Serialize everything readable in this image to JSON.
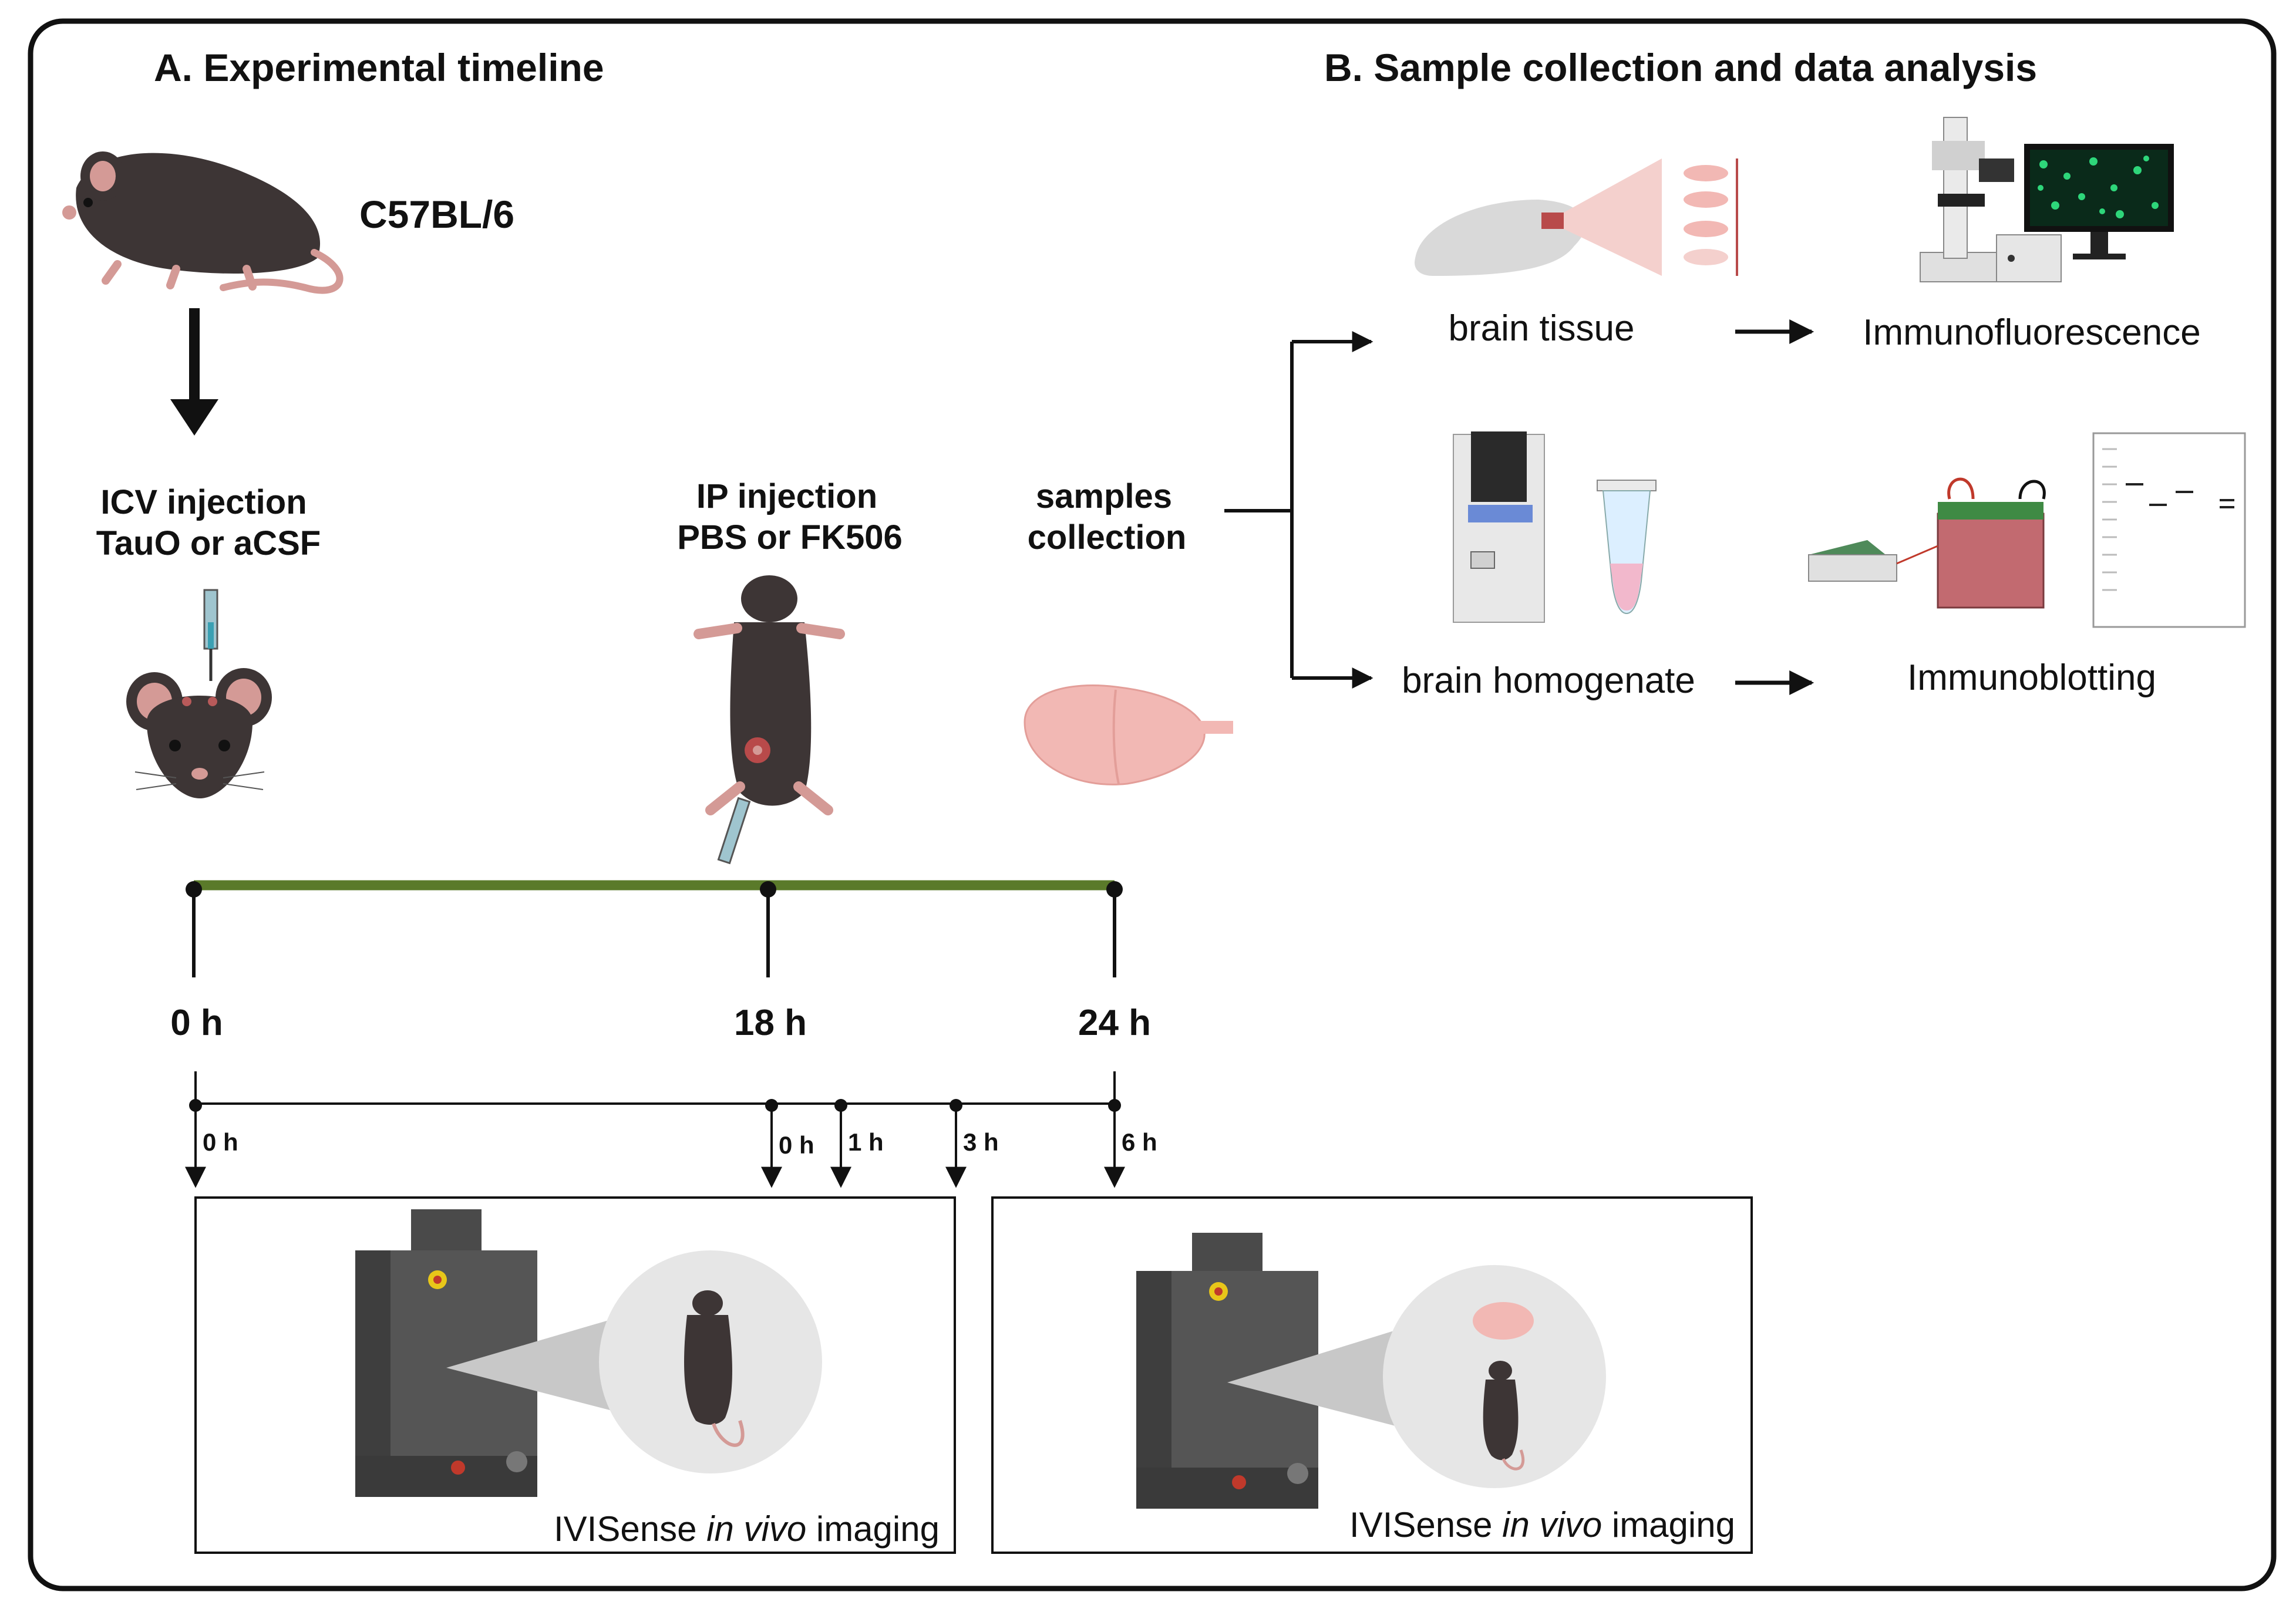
{
  "panel_a": {
    "title": "A. Experimental timeline",
    "strain": "C57BL/6",
    "icv_line1": "ICV injection",
    "icv_line2": "TauO or aCSF",
    "ip_line1": "IP injection",
    "ip_line2": "PBS or FK506",
    "samples_line1": "samples",
    "samples_line2": "collection",
    "timepoints": [
      "0 h",
      "18 h",
      "24 h"
    ],
    "sub_timepoints": [
      "0 h",
      "0 h",
      "1 h",
      "3 h",
      "6 h"
    ],
    "imaging_box1": {
      "prefix": "IVISense ",
      "italic": "in vivo",
      "suffix": " imaging"
    },
    "imaging_box2": {
      "prefix": "IVISense ",
      "italic": "in vivo",
      "suffix": " imaging"
    }
  },
  "panel_b": {
    "title": "B. Sample collection and data analysis",
    "tissue_label": "brain tissue",
    "if_label": "Immunofluorescence",
    "homogenate_label": "brain homogenate",
    "ib_label": "Immunoblotting"
  },
  "colors": {
    "timeline_bar": "#5a7a2a",
    "mouse": "#3d3535",
    "mouse_pink": "#d49a96",
    "brain": "#f2b8b4",
    "device": "#4a4a4a",
    "device_yellow": "#e8c619"
  },
  "icons": [
    "mouse-icon",
    "syringe-icon",
    "imaging-device-icon",
    "brain-icon",
    "microscope-icon",
    "monitor-icon",
    "homogenizer-icon",
    "tube-icon",
    "electrophoresis-icon",
    "blot-icon"
  ]
}
